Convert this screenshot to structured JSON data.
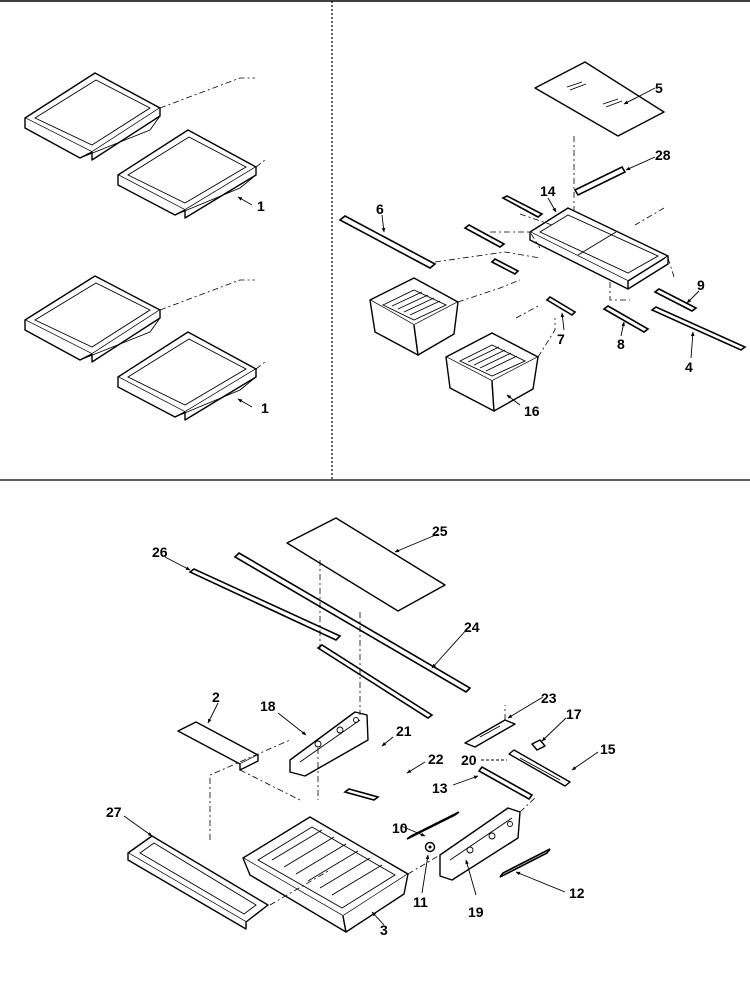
{
  "callouts": {
    "c1a": "1",
    "c1b": "1",
    "c2": "2",
    "c3": "3",
    "c4": "4",
    "c5": "5",
    "c6": "6",
    "c7": "7",
    "c8": "8",
    "c9": "9",
    "c10": "10",
    "c11": "11",
    "c12": "12",
    "c13": "13",
    "c14": "14",
    "c15": "15",
    "c16": "16",
    "c17": "17",
    "c18": "18",
    "c19": "19",
    "c20": "20",
    "c21": "21",
    "c22": "22",
    "c23": "23",
    "c24": "24",
    "c25": "25",
    "c26": "26",
    "c27": "27",
    "c28": "28"
  }
}
